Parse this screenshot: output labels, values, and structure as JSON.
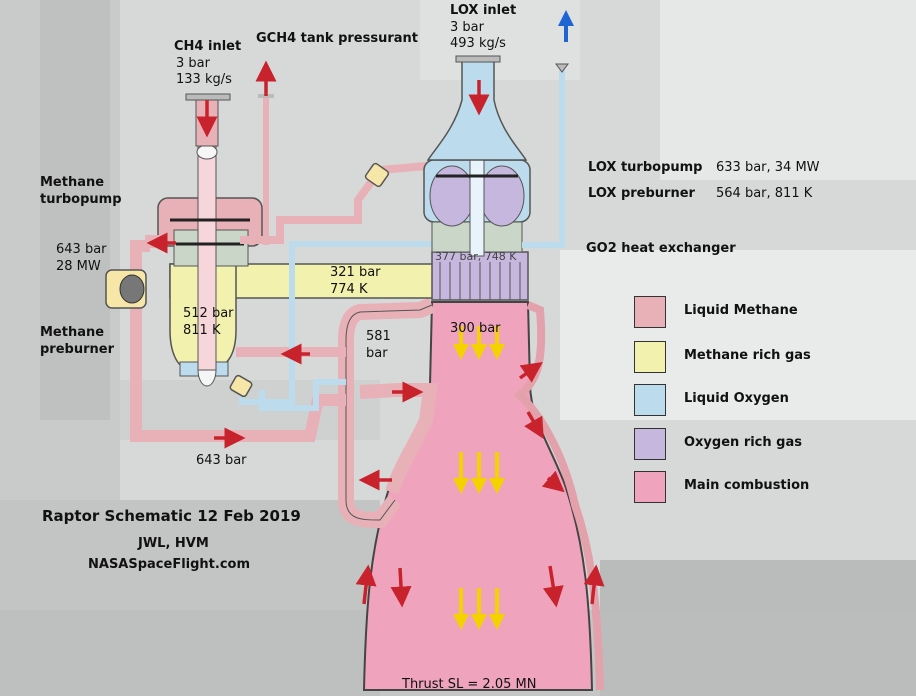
{
  "labels": {
    "ch4_inlet": {
      "title": "CH4 inlet",
      "pressure": "3 bar",
      "flow": "133 kg/s"
    },
    "gch4_tank": "GCH4 tank pressurant",
    "lox_inlet": {
      "title": "LOX inlet",
      "pressure": "3 bar",
      "flow": "493 kg/s"
    },
    "methane_turbopump": {
      "line1": "Methane",
      "line2": "turbopump"
    },
    "methane_turbopump_stats": {
      "pressure": "643 bar",
      "power": "28 MW"
    },
    "methane_preburner": {
      "line1": "Methane",
      "line2": "preburner"
    },
    "preburner_state": {
      "pressure": "512 bar",
      "temp": "811 K"
    },
    "gas_duct": {
      "pressure": "321 bar",
      "temp": "774 K"
    },
    "ox_manifold": "377 bar, 748 K",
    "chamber": "300 bar",
    "cooling_return": {
      "pressure": "581",
      "unit": "bar"
    },
    "bottom_line": "643 bar",
    "lox_turbopump": {
      "name": "LOX turbopump",
      "stats": "633 bar, 34 MW"
    },
    "lox_preburner": {
      "name": "LOX preburner",
      "stats": "564 bar, 811 K"
    },
    "go2_hx": "GO2 heat exchanger",
    "thrust": "Thrust SL = 2.05 MN"
  },
  "legend": [
    {
      "label": "Liquid Methane",
      "color": "#e8b1b8"
    },
    {
      "label": "Methane rich gas",
      "color": "#f2f1ae"
    },
    {
      "label": "Liquid Oxygen",
      "color": "#bcdced"
    },
    {
      "label": "Oxygen rich gas",
      "color": "#c5b7de"
    },
    {
      "label": "Main combustion",
      "color": "#f0a3bc"
    }
  ],
  "credits": {
    "title": "Raptor Schematic 12 Feb 2019",
    "authors": "JWL, HVM",
    "site": "NASASpaceFlight.com"
  },
  "colors": {
    "arrow_red": "#c8232c",
    "arrow_yellow": "#f3d200",
    "arrow_blue": "#1e64d2",
    "outline": "#4a4a4a"
  }
}
